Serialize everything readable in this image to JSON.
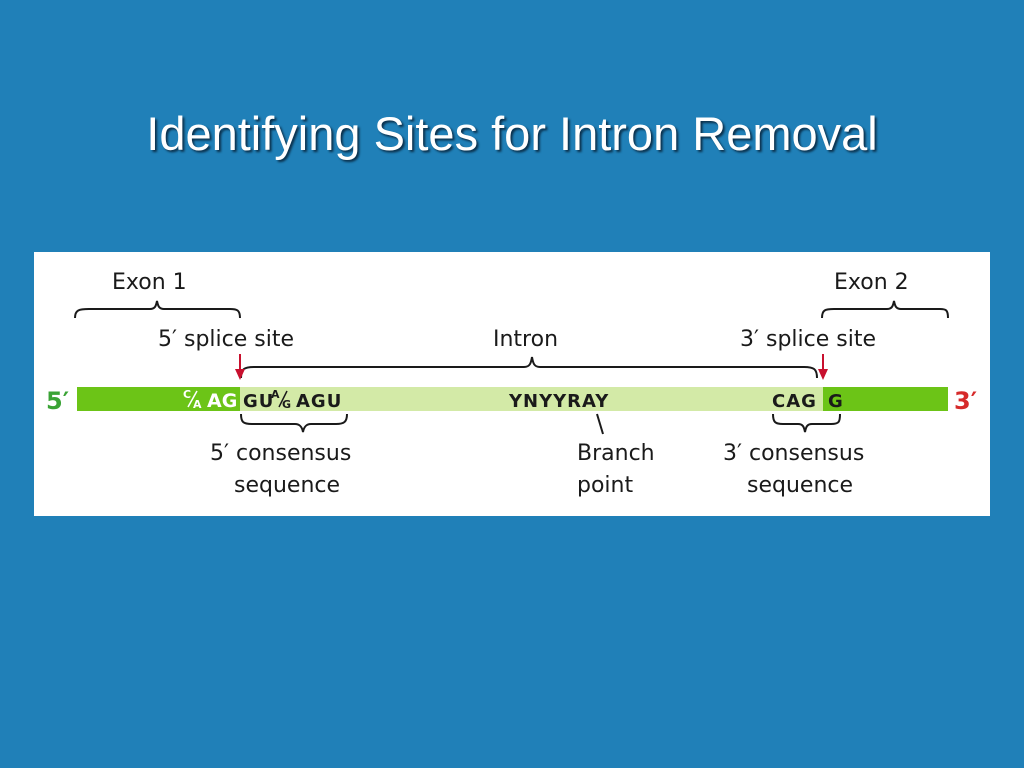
{
  "slide": {
    "title": "Identifying Sites for Intron Removal"
  },
  "diagram": {
    "exon1_label": "Exon 1",
    "exon2_label": "Exon 2",
    "intron_label": "Intron",
    "five_prime_splice_site": "5′ splice site",
    "three_prime_splice_site": "3′ splice site",
    "five_prime_end": "5′",
    "three_prime_end": "3′",
    "exon1_seq": {
      "c_sup": "C",
      "a_sub": "A",
      "ag": "AG"
    },
    "five_consensus_seq": {
      "gu": "GU",
      "a_sup": "A",
      "g_sub": "G",
      "agu": "AGU"
    },
    "branch_seq": "YNYYRAY",
    "three_consensus_seq": "CAG",
    "exon2_seq": "G",
    "five_consensus_label": {
      "line1": "5′ consensus",
      "line2": "sequence"
    },
    "branch_point_label": {
      "line1": "Branch",
      "line2": "point"
    },
    "three_consensus_label": {
      "line1": "3′ consensus",
      "line2": "sequence"
    },
    "colors": {
      "exon": "#6cc417",
      "intron": "#d3eaa7",
      "end_5": "#3aa335",
      "end_3": "#d62a2a",
      "arrow": "#c8102e",
      "background": "#2080b8"
    }
  }
}
